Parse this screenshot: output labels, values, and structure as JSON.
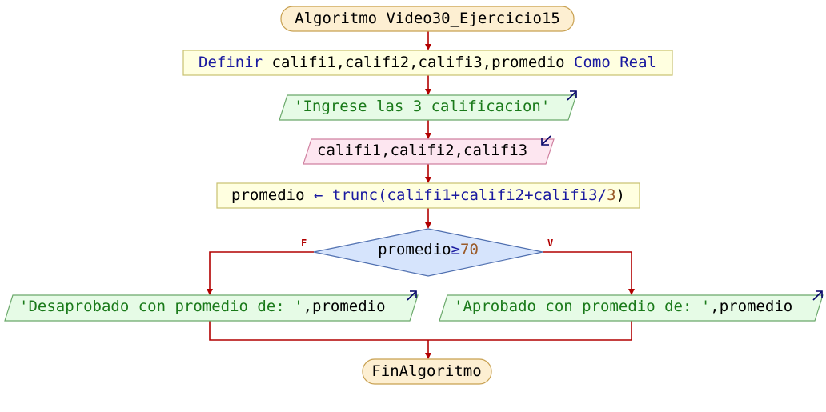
{
  "nodes": {
    "start": {
      "text": "Algoritmo Video30_Ejercicio15"
    },
    "define": {
      "keyword": "Definir",
      "vars": "califi1,califi2,califi3,promedio",
      "type_kw": "Como Real"
    },
    "prompt": {
      "text": "'Ingrese las 3 calificacion'"
    },
    "read": {
      "text": "califi1,califi2,califi3"
    },
    "assign": {
      "target": "promedio",
      "arrow": "←",
      "func": "trunc(califi1+califi2+califi3/",
      "num": "3",
      "close": ")"
    },
    "decision": {
      "var": "promedio",
      "op": "≥",
      "num": "70"
    },
    "out_false": {
      "str": "'Desaprobado con promedio de: '",
      "rest": ",promedio"
    },
    "out_true": {
      "str": "'Aprobado con promedio de: '",
      "rest": ",promedio"
    },
    "end": {
      "text": "FinAlgoritmo"
    }
  },
  "branch_labels": {
    "false": "F",
    "true": "V"
  },
  "icons": {
    "output": "arrow-up-right-icon",
    "input": "arrow-down-left-icon"
  },
  "colors": {
    "terminal_fill": "#fdefd2",
    "terminal_border": "#c8a050",
    "process_fill": "#ffffe0",
    "process_border": "#c8c070",
    "output_fill": "#e6fbe6",
    "output_border": "#6aa86a",
    "input_fill": "#fde6f0",
    "input_border": "#d080a0",
    "decision_fill": "#d6e4fc",
    "decision_border": "#5070b0",
    "edge": "#b20000",
    "keyword": "#1a1aa0",
    "string": "#1a7a1a",
    "number": "#9a5a28"
  }
}
